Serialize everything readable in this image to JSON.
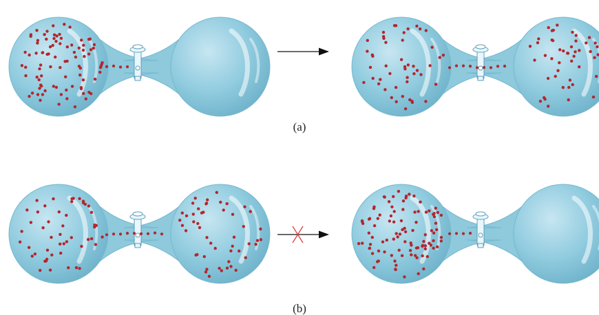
{
  "labels": {
    "a": "(a)",
    "b": "(b)"
  },
  "colors": {
    "glass": "#8ec9dc",
    "glass_edge": "#76b8cf",
    "highlight": "#ffffff",
    "stopcock": "#e9f6fb",
    "molecule": "#b3262e",
    "arrow": "#111111",
    "cross": "#e23b3b"
  },
  "icons": {
    "arrow": "right-arrow",
    "cross": "x-mark"
  },
  "panels": [
    {
      "id": "a",
      "left_filled": true,
      "right_filled": false,
      "forbidden": false
    },
    {
      "id": "b",
      "left_filled": true,
      "right_filled": true,
      "forbidden": true
    }
  ]
}
